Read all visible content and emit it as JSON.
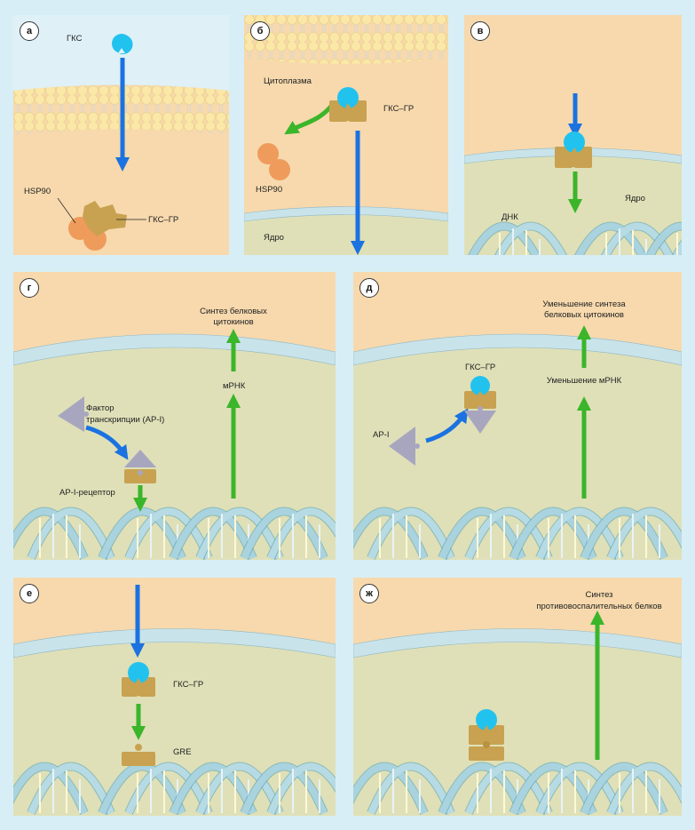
{
  "figure": {
    "panels": [
      {
        "id": "a",
        "badge": "а",
        "labels": {
          "hormone": "ГКС",
          "hsp": "HSP90",
          "complex": "ГКС–ГР"
        }
      },
      {
        "id": "b",
        "badge": "б",
        "labels": {
          "cytoplasm": "Цитоплазма",
          "complex": "ГКС–ГР",
          "hsp": "HSP90",
          "nucleus": "Ядро"
        }
      },
      {
        "id": "v",
        "badge": "в",
        "labels": {
          "nucleus": "Ядро",
          "dna": "ДНК"
        }
      },
      {
        "id": "g",
        "badge": "г",
        "labels": {
          "synthesis_line1": "Синтез белковых",
          "synthesis_line2": "цитокинов",
          "mrna": "мРНК",
          "factor_line1": "Фактор",
          "factor_line2": "транскрипции (AP-I)",
          "receptor": "AP-I-рецептор"
        }
      },
      {
        "id": "d",
        "badge": "д",
        "labels": {
          "reduction_line1": "Уменьшение синтеза",
          "reduction_line2": "белковых цитокинов",
          "complex": "ГКС–ГР",
          "mrna_reduction": "Уменьшение мРНК",
          "ap1": "AP-I"
        }
      },
      {
        "id": "e",
        "badge": "е",
        "labels": {
          "complex": "ГКС–ГР",
          "gre": "GRE"
        }
      },
      {
        "id": "zh",
        "badge": "ж",
        "labels": {
          "synthesis_line1": "Синтез",
          "synthesis_line2": "противовоспалительных белков"
        }
      }
    ],
    "colors": {
      "cytoplasm": "#f7d9ad",
      "nucleus": "#dfe0b8",
      "membrane": "#c9e3ea",
      "hormone": "#22c2ee",
      "receptor": "#c8a250",
      "hsp90": "#ef9b5c",
      "ap1": "#a8a6bf",
      "arrow_blue": "#1b72e0",
      "arrow_green": "#3bb52a",
      "dna": "#9ccbd8"
    }
  }
}
